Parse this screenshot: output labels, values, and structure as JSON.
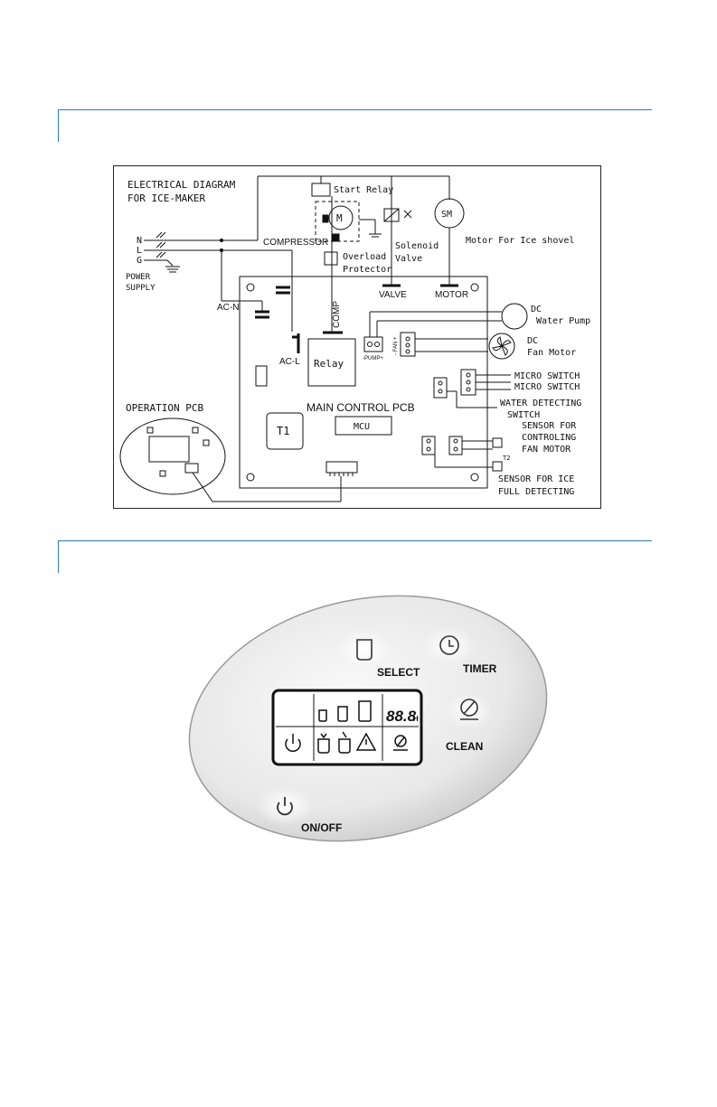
{
  "diagram": {
    "title_line1": "ELECTRICAL DIAGRAM",
    "title_line2": "FOR ICE-MAKER",
    "power_n": "N",
    "power_l": "L",
    "power_g": "G",
    "power_supply_line1": "POWER",
    "power_supply_line2": "SUPPLY",
    "start_relay": "Start Relay",
    "compressor": "COMPRESSOR",
    "compressor_symbol": "M",
    "overload_line1": "Overload",
    "overload_line2": "Protector",
    "solenoid_line1": "Solenoid",
    "solenoid_line2": "Valve",
    "motor_symbol": "SM",
    "motor_label": "Motor For Ice shovel",
    "valve": "VALVE",
    "motor": "MOTOR",
    "ac_n": "AC-N",
    "ac_l": "AC-L",
    "comp": "COMP",
    "relay": "Relay",
    "pump_connector": "-PUMP+",
    "fan_connector": "- FAN +",
    "dc_pump_line1": "DC",
    "dc_pump_line2": "Water Pump",
    "dc_fan_line1": "DC",
    "dc_fan_line2": "Fan Motor",
    "micro_switch_1": "MICRO SWITCH",
    "micro_switch_2": "MICRO SWITCH",
    "water_detect_line1": "WATER DETECTING",
    "water_detect_line2": "SWITCH",
    "main_pcb": "MAIN CONTROL PCB",
    "mcu": "MCU",
    "t1": "T1",
    "t2": "T2",
    "sensor_fan_line1": "SENSOR FOR",
    "sensor_fan_line2": "CONTROLING",
    "sensor_fan_line3": "FAN MOTOR",
    "sensor_ice_line1": "SENSOR FOR ICE",
    "sensor_ice_line2": "FULL DETECTING",
    "operation_pcb": "OPERATION PCB"
  },
  "control_panel": {
    "select": "SELECT",
    "timer": "TIMER",
    "clean": "CLEAN",
    "on_off": "ON/OFF",
    "display_digits": "88.8",
    "display_unit": "H",
    "icons": [
      "cup-small-icon",
      "cup-medium-icon",
      "cup-large-icon",
      "power-icon",
      "ice-full-icon",
      "add-water-icon",
      "warning-icon",
      "clean-icon",
      "clock-icon"
    ]
  }
}
